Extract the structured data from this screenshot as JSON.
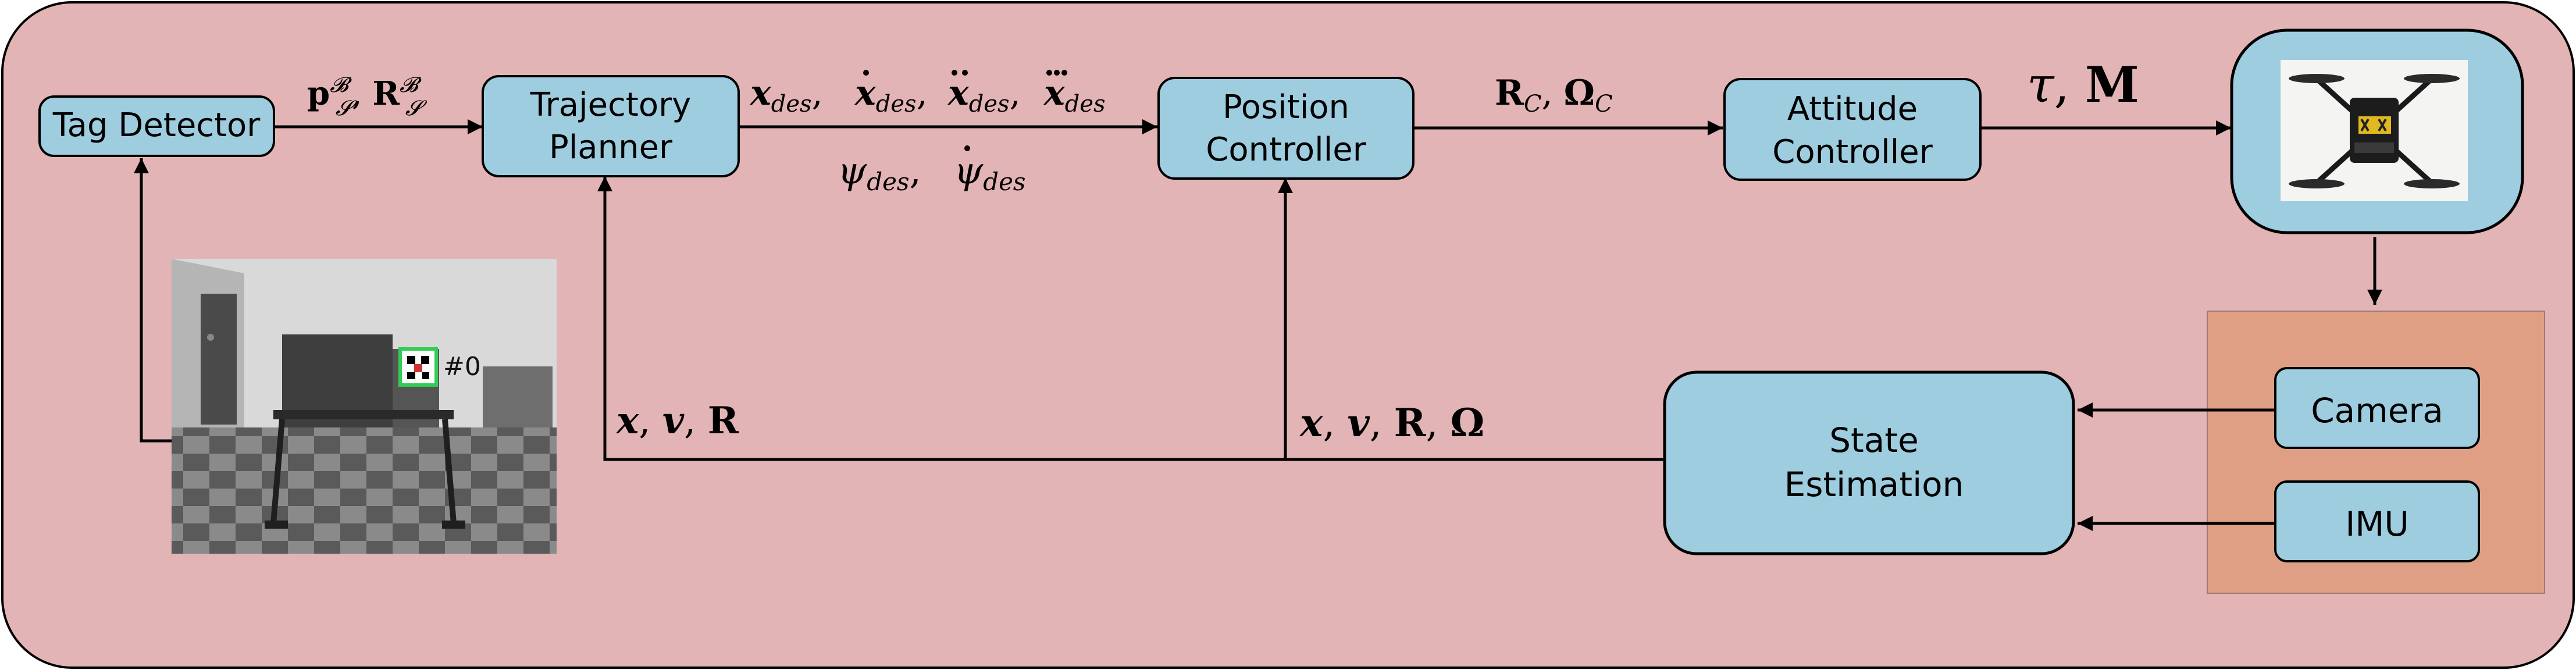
{
  "colors": {
    "background_panel": "#e3b4b5",
    "box_fill": "#9ecde0",
    "sensor_panel": "#de9f85",
    "line": "#000000"
  },
  "blocks": {
    "tag_detector": "Tag Detector",
    "trajectory_planner": [
      "Trajectory",
      "Planner"
    ],
    "position_controller": [
      "Position",
      "Controller"
    ],
    "attitude_controller": [
      "Attitude",
      "Controller"
    ],
    "state_estimation": [
      "State",
      "Estimation"
    ],
    "camera": "Camera",
    "imu": "IMU"
  },
  "signals": {
    "tag_pose": {
      "p": "p",
      "p_sup": "𝓑",
      "p_sub": "𝓢",
      "sep": ", ",
      "R": "R",
      "R_sup": "𝓑",
      "R_sub": "𝓢"
    },
    "desired_traj": {
      "x": "x",
      "sub": "des",
      "sep": ", ",
      "psi": "ψ",
      "psi_sub": "des"
    },
    "commanded_attitude": {
      "R": "R",
      "R_sub": "C",
      "sep": ", ",
      "Omega": "Ω",
      "Omega_sub": "C"
    },
    "actuation": {
      "tau": "τ",
      "sep": ", ",
      "M": "M"
    },
    "state_to_planner": {
      "x": "x",
      "v": "v",
      "R": "R",
      "sep": ", "
    },
    "state_to_controller": {
      "x": "x",
      "v": "v",
      "R": "R",
      "Omega": "Ω",
      "sep": ", "
    }
  },
  "camera_image": {
    "tag_id": "#0"
  },
  "icons": {
    "camera_view": "grayscale-camera-view-with-april-tag",
    "robot": "quadrotor-robot-photo"
  }
}
